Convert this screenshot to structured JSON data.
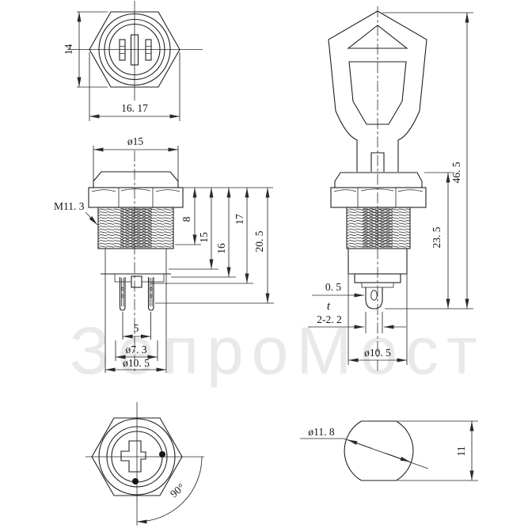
{
  "watermark": "ЗепроМост",
  "top_view": {
    "height_dim": "14",
    "width_dim": "16. 17"
  },
  "front_view": {
    "cap_dia": "ø15",
    "thread_label": "M11. 3",
    "dim_8": "8",
    "dim_15": "15",
    "dim_16": "16",
    "dim_17": "17",
    "dim_20_5": "20. 5",
    "pin_spacing": "5",
    "dia_7_3": "ø7. 3",
    "dia_10_5": "ø10. 5"
  },
  "side_view": {
    "total_height": "46. 5",
    "body_height": "23. 5",
    "terminal_thickness": "0. 5",
    "thickness_symbol": "t",
    "terminal_width": "2-2. 2",
    "dia_10_5": "ø10. 5"
  },
  "face_view": {
    "rotation_angle": "90°"
  },
  "key_section_view": {
    "key_dia": "ø11. 8",
    "key_width": "11"
  }
}
